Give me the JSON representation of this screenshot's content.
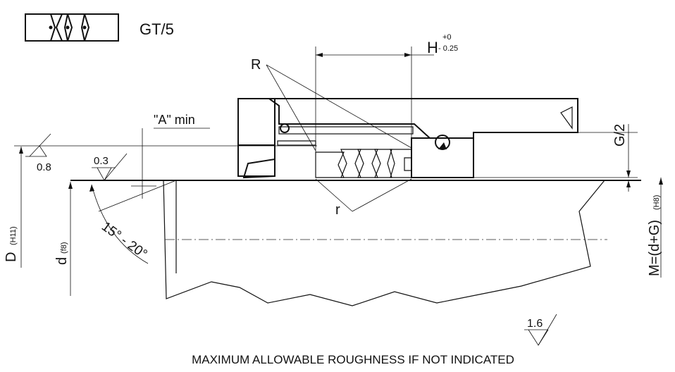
{
  "profile_code": "GT/5",
  "dimensions": {
    "H": "H",
    "H_tol_upper": "+0",
    "H_tol_lower": "- 0.25",
    "R": "R",
    "r": "r",
    "A_min": "\"A\" min",
    "G_half": "G/2",
    "D": "D",
    "D_fit": "(H11)",
    "d": "d",
    "d_fit": "(f8)",
    "M": "M=(d+G)",
    "M_fit": "(H8)",
    "angle": "15° - 20°"
  },
  "roughness": {
    "bore": "0.8",
    "rod_chamfer": "0.3",
    "general": "1.6"
  },
  "footnote": "MAXIMUM ALLOWABLE ROUGHNESS IF NOT INDICATED",
  "colors": {
    "line": "#111111",
    "seal_grey": "#8a8a8a",
    "seal_dark": "#111111",
    "background": "#ffffff"
  }
}
